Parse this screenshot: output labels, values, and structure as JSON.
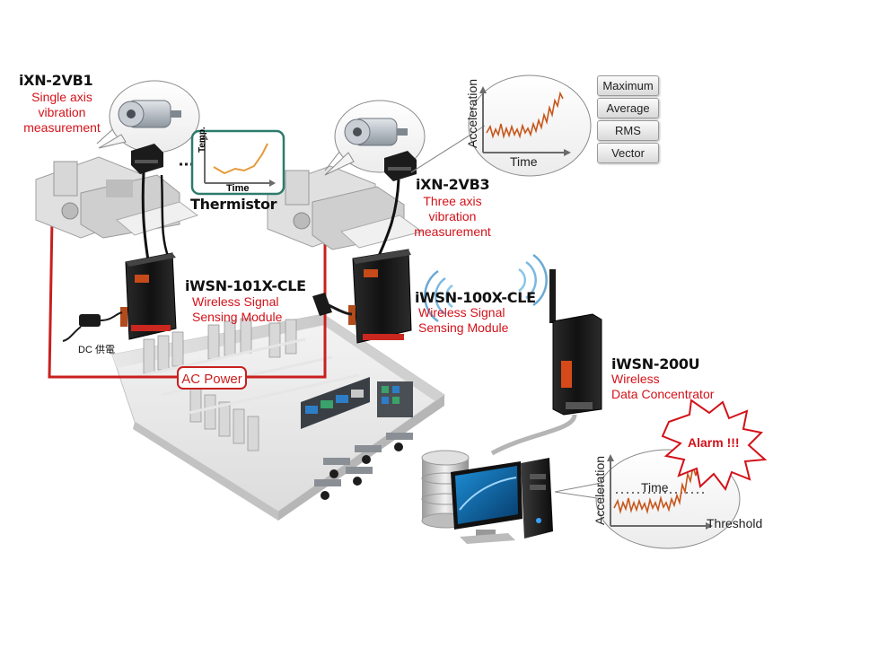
{
  "devices": {
    "ixn_2vb1": {
      "name": "iXN-2VB1",
      "desc": [
        "Single axis",
        "vibration",
        "measurement"
      ]
    },
    "thermistor": {
      "name": "Thermistor",
      "chart_ylabel": "Temp.",
      "chart_xlabel": "Time"
    },
    "ixn_2vb3": {
      "name": "iXN-2VB3",
      "desc": [
        "Three axis",
        "vibration",
        "measurement"
      ]
    },
    "iwsn_101x": {
      "name": "iWSN-101X-CLE",
      "desc": [
        "Wireless Signal",
        "Sensing Module"
      ]
    },
    "iwsn_100x": {
      "name": "iWSN-100X-CLE",
      "desc": [
        "Wireless Signal",
        "Sensing Module"
      ]
    },
    "iwsn_200u": {
      "name": "iWSN-200U",
      "desc": [
        "Wireless",
        "Data Concentrator"
      ]
    }
  },
  "power": {
    "ac_label": "AC Power",
    "dc_label": "DC 供電"
  },
  "measure_buttons": [
    "Maximum",
    "Average",
    "RMS",
    "Vector"
  ],
  "top_chart": {
    "ylabel": "Acceleration",
    "xlabel": "Time"
  },
  "bottom_chart": {
    "ylabel": "Acceleration",
    "time_label": "Time",
    "threshold_label": "Threshold"
  },
  "alarm": {
    "label": "Alarm !!!"
  },
  "colors": {
    "accent_red": "#d3121a",
    "teal_frame": "#2d7b6c",
    "trace_orange": "#c8561a",
    "cable_red": "#c8201f"
  }
}
